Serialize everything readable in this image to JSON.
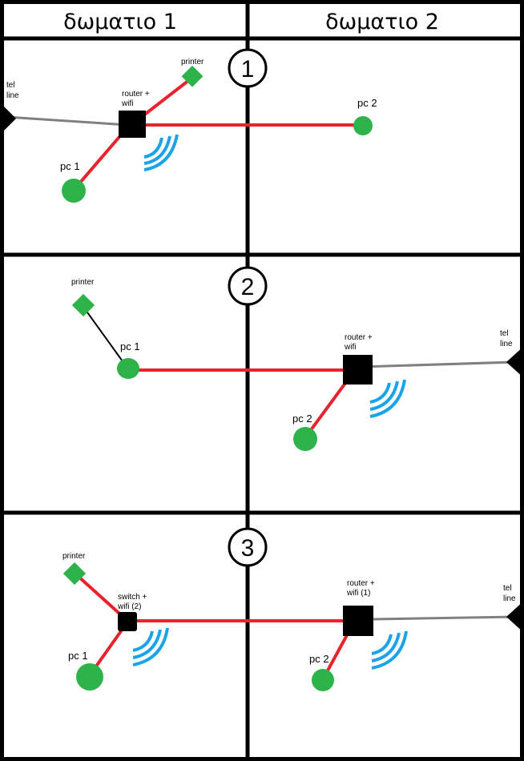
{
  "columns": [
    "δωματιο 1",
    "δωματιο 2"
  ],
  "scenarios": [
    {
      "number": "1",
      "router_label": [
        "router +",
        "wifi"
      ],
      "labels": {
        "printer": "printer",
        "pc1": "pc 1",
        "pc2": "pc 2",
        "tel": [
          "tel",
          "line"
        ]
      }
    },
    {
      "number": "2",
      "router_label": [
        "router +",
        "wifi"
      ],
      "labels": {
        "printer": "printer",
        "pc1": "pc 1",
        "pc2": "pc 2",
        "tel": [
          "tel",
          "line"
        ]
      }
    },
    {
      "number": "3",
      "router_label": [
        "router +",
        "wifi (1)"
      ],
      "switch_label": [
        "switch +",
        "wifi (2)"
      ],
      "labels": {
        "printer": "printer",
        "pc1": "pc 1",
        "pc2": "pc 2",
        "tel": [
          "tel",
          "line"
        ]
      }
    }
  ],
  "colors": {
    "border": "#000000",
    "ethernet": "#e8232d",
    "phone_line": "#808080",
    "device": "#2db34a",
    "wifi_waves": "#1aa3e8",
    "printer_cable_2": "#000000"
  }
}
